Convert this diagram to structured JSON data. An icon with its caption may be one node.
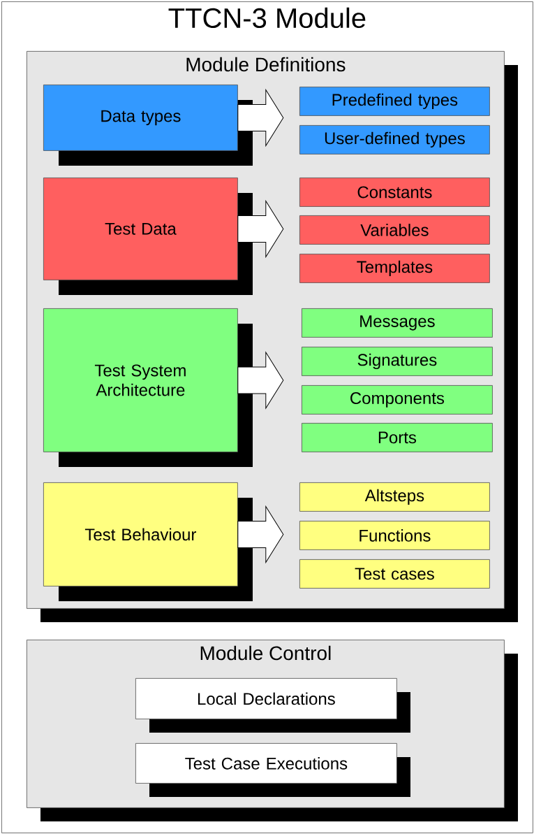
{
  "diagram": {
    "nodes": [
      {
        "text": [
          "TTCN-3 Module"
        ]
      },
      {
        "text": [
          "Module Definitions"
        ],
        "in": 0
      },
      {
        "text": [
          "Data types"
        ],
        "in": 1
      },
      {
        "text": [
          "Predefined types"
        ],
        "in": 1
      },
      {
        "text": [
          "User-defined types"
        ],
        "in": 1
      },
      {
        "text": [
          "Test Data"
        ],
        "in": 1
      },
      {
        "text": [
          "Constants"
        ],
        "in": 1
      },
      {
        "text": [
          "Variables"
        ],
        "in": 1
      },
      {
        "text": [
          "Templates"
        ],
        "in": 1
      },
      {
        "text": [
          "Test System Architecture"
        ],
        "in": 1
      },
      {
        "text": [
          "Messages"
        ],
        "in": 1
      },
      {
        "text": [
          "Signatures"
        ],
        "in": 1
      },
      {
        "text": [
          "Components"
        ],
        "in": 1
      },
      {
        "text": [
          "Ports"
        ],
        "in": 1
      },
      {
        "text": [
          "Test Behaviour"
        ],
        "in": 1
      },
      {
        "text": [
          "Altsteps"
        ],
        "in": 1
      },
      {
        "text": [
          "Functions"
        ],
        "in": 1
      },
      {
        "text": [
          "Test cases"
        ],
        "in": 1
      },
      {
        "text": [
          "Module Control"
        ],
        "in": 0
      },
      {
        "text": [
          "Local Declarations"
        ],
        "in": 18
      },
      {
        "text": [
          "Test Case Executions"
        ],
        "in": 18
      }
    ],
    "edges": [
      {
        "from": 2,
        "to": null,
        "arrow": "to"
      },
      {
        "from": 5,
        "to": null,
        "arrow": "to"
      },
      {
        "from": 9,
        "to": null,
        "arrow": "to"
      },
      {
        "from": 14,
        "to": null,
        "arrow": "to"
      }
    ]
  }
}
